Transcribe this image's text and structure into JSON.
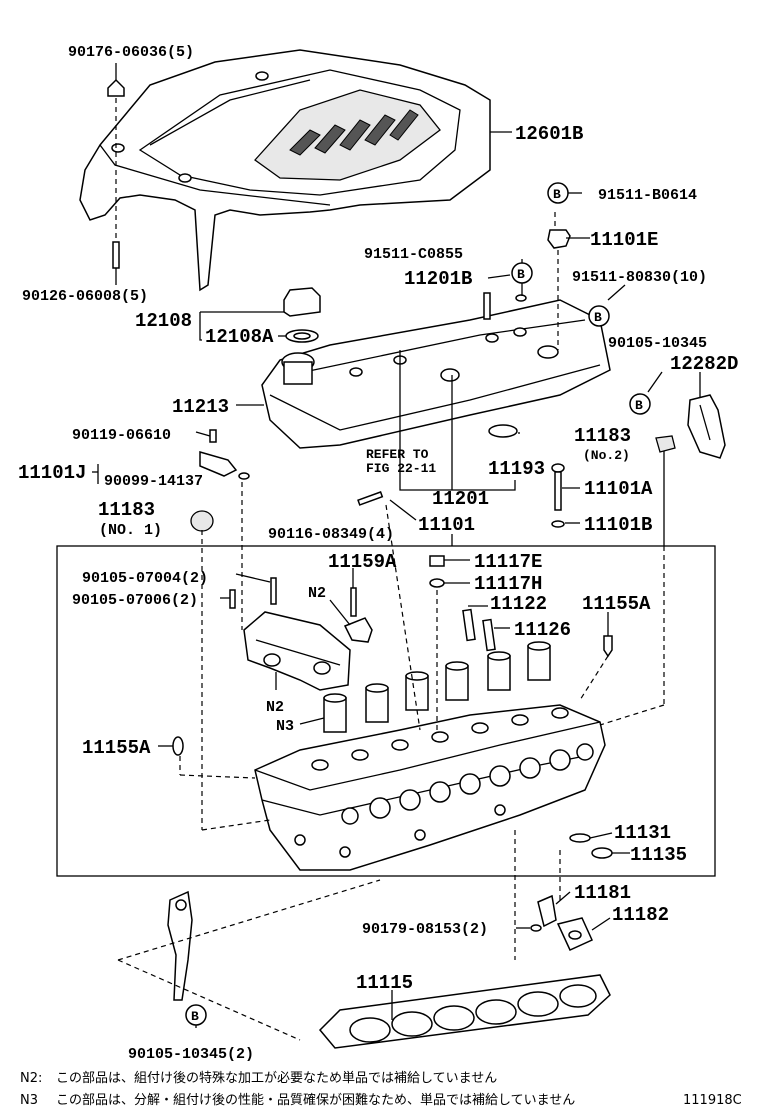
{
  "labels": {
    "p90176": "90176-06036(5)",
    "p12601b": "12601B",
    "p91511b0614": "91511-B0614",
    "p11101e": "11101E",
    "p91511c0855": "91511-C0855",
    "p11201b": "11201B",
    "p9151180830": "91511-80830(10)",
    "p90126": "90126-06008(5)",
    "p12108": "12108",
    "p12108a": "12108A",
    "p90105_10345": "90105-10345",
    "p12282d": "12282D",
    "p11213": "11213",
    "p90119": "90119-06610",
    "p11183_2": "11183",
    "p11183_2sub": "(No.2)",
    "p11101j": "11101J",
    "p90099": "90099-14137",
    "refer1": "REFER TO",
    "refer2": "FIG 22-11",
    "p11193": "11193",
    "p11101a": "11101A",
    "p11201": "11201",
    "p11183_1": "11183",
    "p11183_1sub": "(NO. 1)",
    "p90116": "90116-08349(4)",
    "p11101": "11101",
    "p11101b": "11101B",
    "p11159a": "11159A",
    "p11117e": "11117E",
    "p11117h": "11117H",
    "p90105_07004": "90105-07004(2)",
    "p90105_07006": "90105-07006(2)",
    "n2a": "N2",
    "p11122": "11122",
    "p11155a_r": "11155A",
    "p11126": "11126",
    "n2b": "N2",
    "n3": "N3",
    "p11155a_l": "11155A",
    "p11131": "11131",
    "p11135": "11135",
    "p11181": "11181",
    "p11182": "11182",
    "p90179": "90179-08153(2)",
    "p11115": "11115",
    "p90105_10345_2": "90105-10345(2)",
    "b1": "B",
    "b2": "B",
    "b3": "B",
    "b4": "B",
    "b5": "B"
  },
  "notes": {
    "n2_key": "N2:",
    "n2_text": "この部品は、組付け後の特殊な加工が必要なため単品では補給していません",
    "n3_key": "N3",
    "n3_text": "この部品は、分解・組付け後の性能・品質確保が困難なため、単品では補給していません",
    "fig_id": "111918C"
  }
}
